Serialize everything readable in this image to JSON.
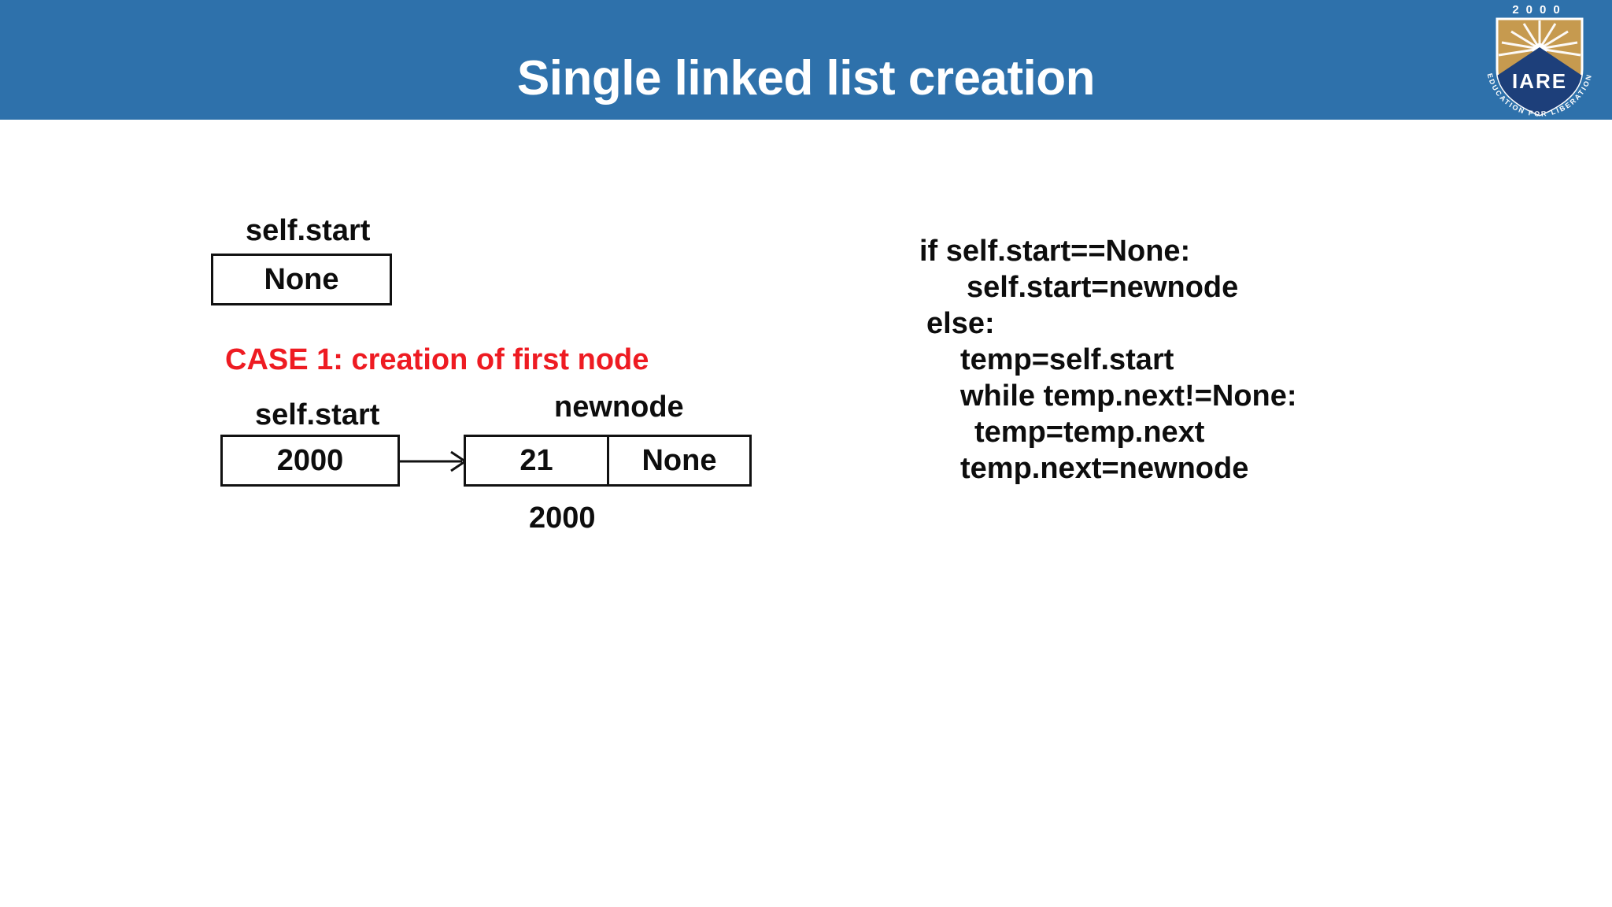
{
  "slide": {
    "title": "Single linked list creation",
    "header_color": "#2e71ab",
    "title_color": "#ffffff",
    "accent_red": "#ee1b22",
    "body_color": "#0d0d0d"
  },
  "logo": {
    "year": "2000",
    "acronym": "IARE",
    "motto": "EDUCATION FOR LIBERATION"
  },
  "diagram_empty_list": {
    "pointer_label": "self.start",
    "box_value": "None"
  },
  "case_note": {
    "text": "CASE 1: creation of first node"
  },
  "diagram_first_node": {
    "start_label": "self.start",
    "start_value": "2000",
    "newnode_label": "newnode",
    "node_data": "21",
    "node_next": "None",
    "node_address": "2000",
    "arrow": "arrow-right"
  },
  "code": {
    "lines": [
      {
        "text": "if self.start==None:",
        "indent": 0
      },
      {
        "text": "self.start=newnode",
        "indent": 1
      },
      {
        "text": "else:",
        "indent": 2
      },
      {
        "text": "temp=self.start",
        "indent": 3
      },
      {
        "text": "while temp.next!=None:",
        "indent": 3
      },
      {
        "text": "temp=temp.next",
        "indent": 4
      },
      {
        "text": "temp.next=newnode",
        "indent": 3
      }
    ]
  }
}
